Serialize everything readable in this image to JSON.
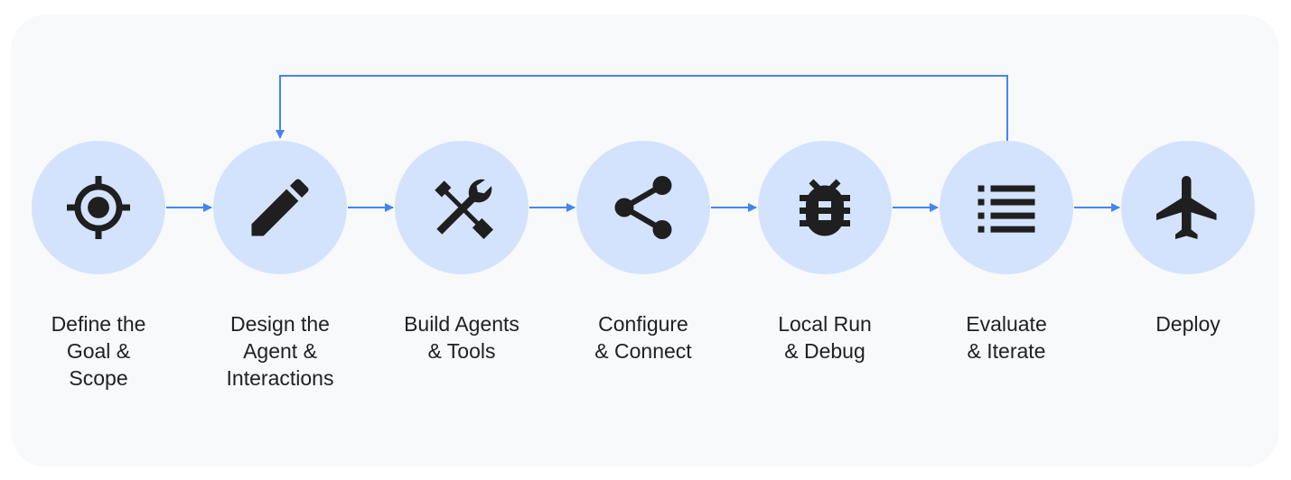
{
  "steps": [
    {
      "label": "Define the\nGoal &\nScope",
      "icon": "target-icon"
    },
    {
      "label": "Design the\nAgent &\nInteractions",
      "icon": "pencil-icon"
    },
    {
      "label": "Build Agents\n& Tools",
      "icon": "tools-icon"
    },
    {
      "label": "Configure\n& Connect",
      "icon": "share-icon"
    },
    {
      "label": "Local Run\n& Debug",
      "icon": "bug-icon"
    },
    {
      "label": "Evaluate\n& Iterate",
      "icon": "list-icon"
    },
    {
      "label": "Deploy",
      "icon": "airplane-icon"
    }
  ],
  "colors": {
    "panel": "#f8f9fa",
    "circle": "#d3e3fd",
    "arrow": "#4285f4",
    "icon": "#1f1f1f",
    "text": "#202124"
  }
}
